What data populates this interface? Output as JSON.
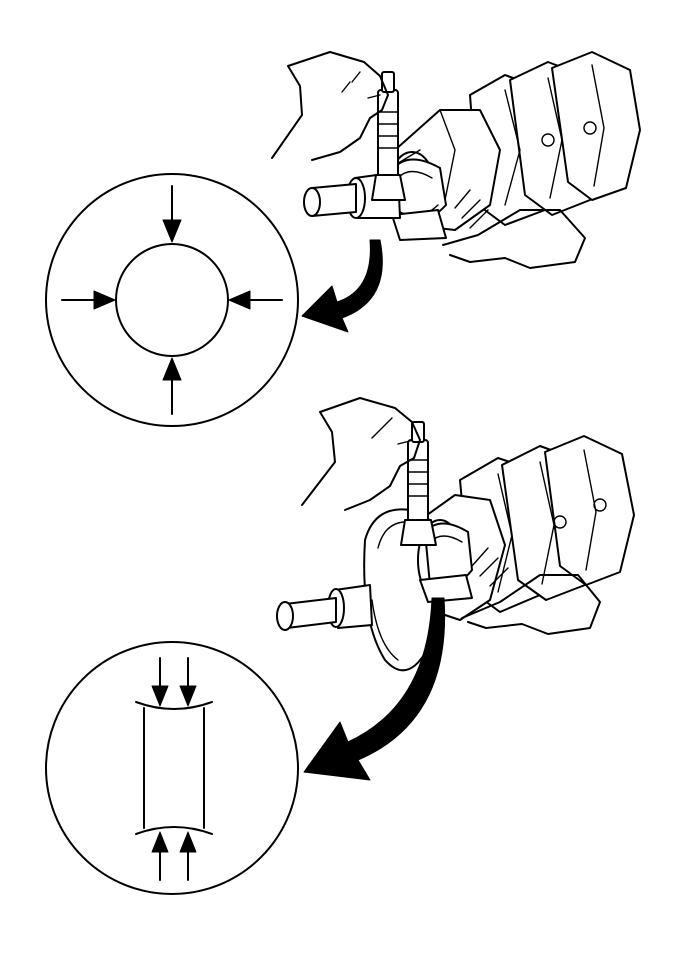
{
  "figure": {
    "panels": [
      {
        "name": "journal-diameter-check",
        "detail": "measurement-points-circle"
      },
      {
        "name": "journal-taper-check",
        "detail": "measurement-points-taper"
      }
    ]
  },
  "colors": {
    "line": "#000000",
    "background": "#ffffff"
  },
  "icons": [
    "micrometer-icon",
    "hand-icon",
    "crankshaft-icon",
    "arrow-icon"
  ]
}
